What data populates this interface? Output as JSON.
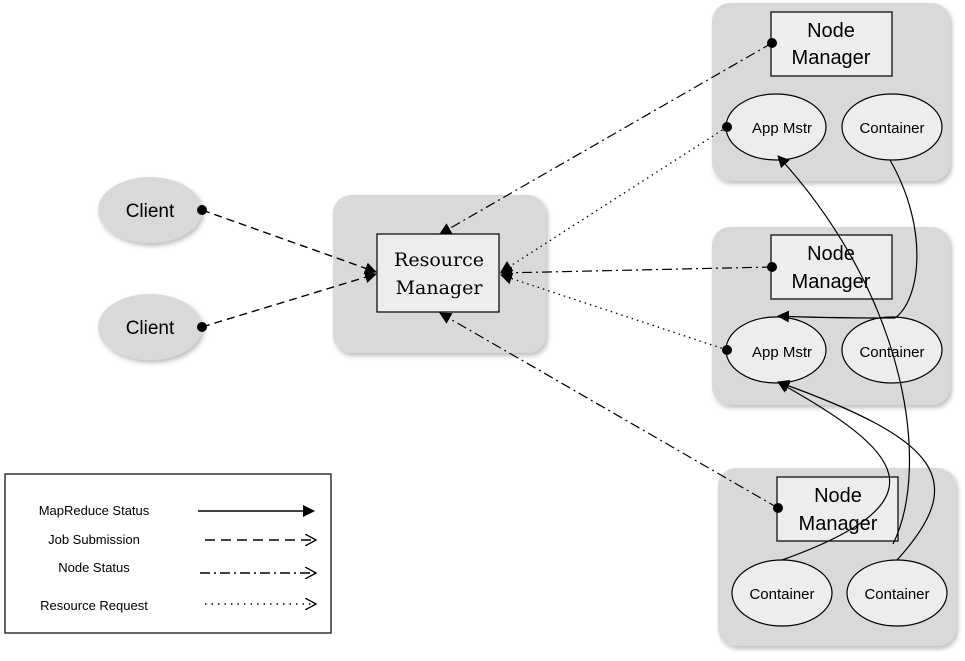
{
  "client_1": {
    "label": "Client"
  },
  "client_2": {
    "label": "Client"
  },
  "resource_manager": {
    "line1": "Resource",
    "line2": "Manager"
  },
  "node_1": {
    "title_line1": "Node",
    "title_line2": "Manager",
    "app_mstr": "App Mstr",
    "container": "Container"
  },
  "node_2": {
    "title_line1": "Node",
    "title_line2": "Manager",
    "app_mstr": "App Mstr",
    "container": "Container"
  },
  "node_3": {
    "title_line1": "Node",
    "title_line2": "Manager",
    "container_a": "Container",
    "container_b": "Container"
  },
  "legend": {
    "items": [
      {
        "label": "MapReduce Status",
        "style": "solid"
      },
      {
        "label": "Job Submission",
        "style": "dashed"
      },
      {
        "label": "Node Status",
        "style": "dash-dot"
      },
      {
        "label": "Resource Request",
        "style": "dotted"
      }
    ]
  },
  "colors": {
    "panel_fill": "#d9d9d9",
    "box_fill": "#ededed",
    "stroke": "#000000"
  }
}
